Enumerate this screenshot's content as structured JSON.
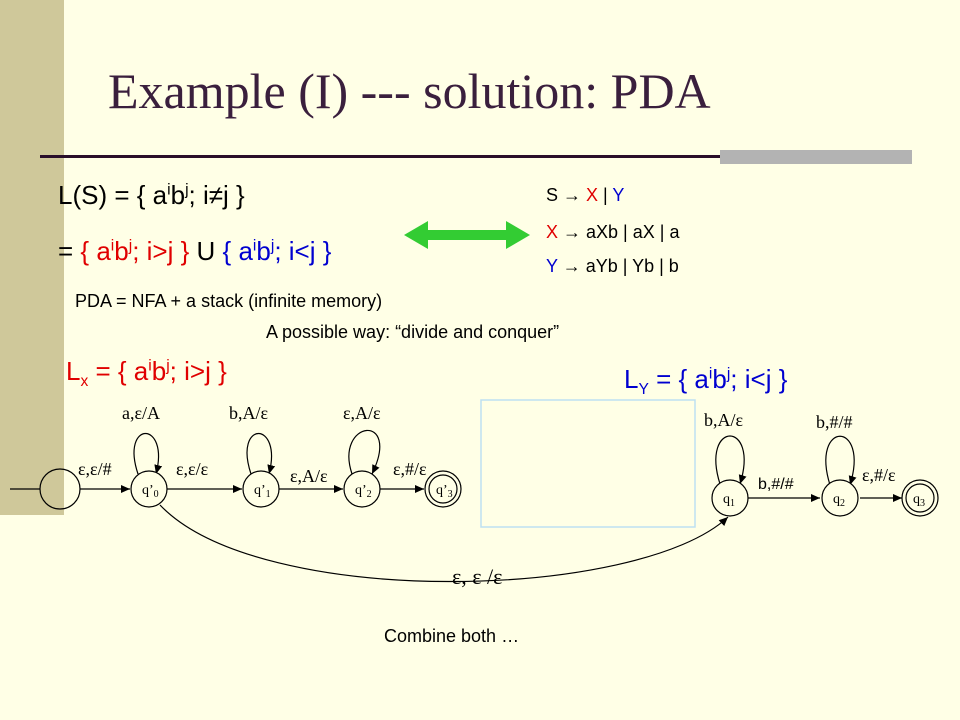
{
  "title": "Example (I)  --- solution: PDA",
  "ls": {
    "line1": [
      "L(S) = { a",
      "i",
      "b",
      "j",
      ";  i≠j }"
    ],
    "line2": [
      "= ",
      "{ a",
      "i",
      "b",
      "j",
      ";  i>j }",
      " U ",
      "{ a",
      "i",
      "b",
      "j",
      ";  i<j }"
    ]
  },
  "grammar": {
    "r1": [
      "S ",
      "→",
      " X",
      " | ",
      " Y"
    ],
    "r2": [
      "X ",
      "→",
      " aXb",
      " | ",
      " aX",
      "    | ",
      " a"
    ],
    "r3": [
      "Y ",
      "→",
      " aYb",
      " | ",
      " Yb",
      "    | ",
      " b"
    ]
  },
  "pda_note": "PDA = NFA + a stack (infinite memory)",
  "divide_note": "A possible way:  “divide and conquer”",
  "lx": [
    "L",
    "x",
    " = { a",
    "i",
    "b",
    "j",
    ";  i>j }"
  ],
  "ly": [
    "L",
    "Y",
    " = { a",
    "i",
    "b",
    "j",
    ";  i<j }"
  ],
  "left_pda": {
    "states": [
      {
        "label": "q’",
        "sub": "0"
      },
      {
        "label": "q’",
        "sub": "1"
      },
      {
        "label": "q’",
        "sub": "2"
      },
      {
        "label": "q’",
        "sub": "3"
      }
    ],
    "edges": [
      "ε,ε/#",
      "a,ε/A",
      "ε,ε/ε",
      "b,A/ε",
      "ε,A/ε",
      "ε,A/ε",
      "ε,#/ε"
    ]
  },
  "right_pda": {
    "states": [
      {
        "label": "q",
        "sub": "1"
      },
      {
        "label": "q",
        "sub": "2"
      },
      {
        "label": "q",
        "sub": "3"
      }
    ],
    "edges": [
      "b,A/ε",
      "b,#/#",
      "b,#/#",
      "ε,#/ε"
    ]
  },
  "bridge_label": "ε, ε /ε",
  "combine": "Combine both …",
  "colors": {
    "background": "#ffffe6",
    "title": "#3a1f3d",
    "red": "#e00000",
    "blue": "#0000d0",
    "arrow": "#33cc33",
    "sidebar": "#cfc89a"
  }
}
